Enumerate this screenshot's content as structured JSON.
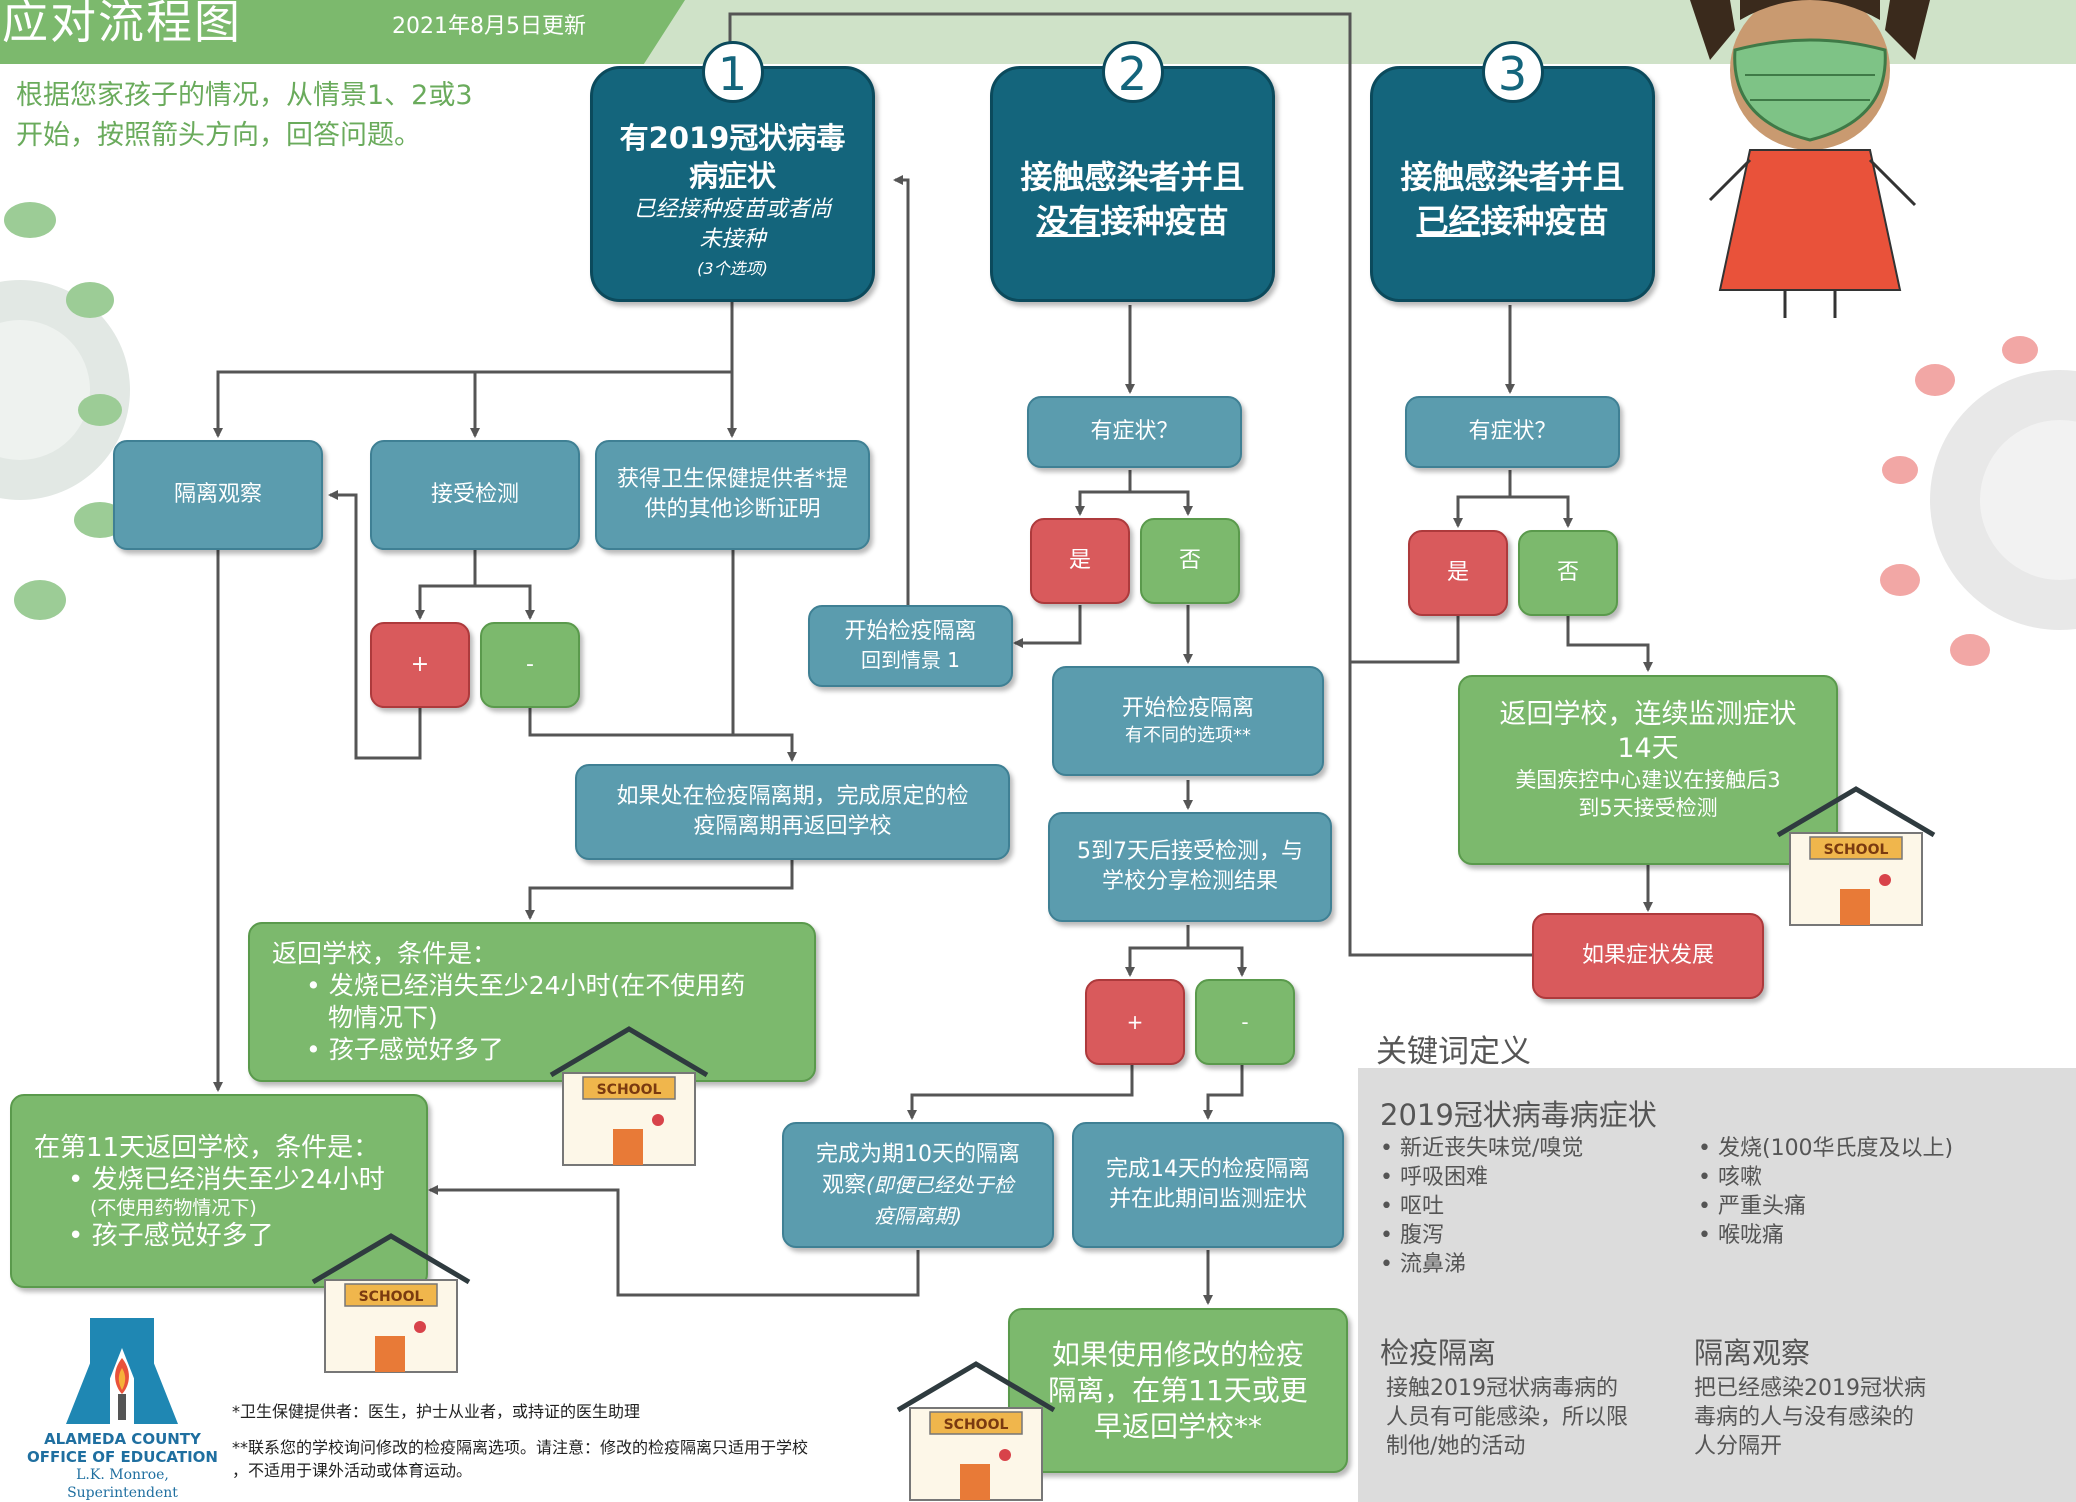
{
  "header": {
    "title": "应对流程图",
    "updated": "2021年8月5日更新"
  },
  "intro": {
    "line1": "根据您家孩子的情况，从情景1、2或3",
    "line2": "开始，按照箭头方向，回答问题。"
  },
  "scenario1": {
    "number": "1",
    "title_l1": "有2019冠状病毒",
    "title_l2": "病症状",
    "sub_l1": "已经接种疫苗或者尚",
    "sub_l2": "未接种",
    "note": "(3个选项)"
  },
  "scenario2": {
    "number": "2",
    "title_l1": "接触感染者并且",
    "title_u": "没有",
    "title_rest": "接种疫苗"
  },
  "scenario3": {
    "number": "3",
    "title_l1": "接触感染者并且",
    "title_u": "已经",
    "title_rest": "接种疫苗"
  },
  "col1": {
    "isolation": "隔离观察",
    "testing": "接受检测",
    "other_l1": "获得卫生保健提供者*提",
    "other_l2": "供的其他诊断证明",
    "plus": "+",
    "minus": "-",
    "start_q_l1": "开始检疫隔离",
    "start_q_l2": "回到情景 1",
    "if_q_l1": "如果处在检疫隔离期，完成原定的检",
    "if_q_l2": "疫隔离期再返回学校",
    "return_title": "返回学校，条件是：",
    "return_b1_l1": "发烧已经消失至少24小时(在不使用药",
    "return_b1_l2": "物情况下)",
    "return_b2": "孩子感觉好多了",
    "day11_title": "在第11天返回学校，条件是：",
    "day11_b1": "发烧已经消失至少24小时",
    "day11_b1_sub": "(不使用药物情况下)",
    "day11_b2": "孩子感觉好多了"
  },
  "col2": {
    "symptoms_q": "有症状？",
    "yes": "是",
    "no": "否",
    "start_q_l1": "开始检疫隔离",
    "start_q_l2": "有不同的选项**",
    "test_l1": "5到7天后接受检测，与",
    "test_l2": "学校分享检测结果",
    "plus": "+",
    "minus": "-",
    "ten_l1": "完成为期10天的隔离",
    "ten_l2": "观察",
    "ten_it1": "(即便已经处于检",
    "ten_it2": "疫隔离期)",
    "fourteen_l1": "完成14天的检疫隔离",
    "fourteen_l2": "并在此期间监测症状",
    "modified_l1": "如果使用修改的检疫",
    "modified_l2": "隔离，在第11天或更",
    "modified_l3": "早返回学校**"
  },
  "col3": {
    "symptoms_q": "有症状？",
    "yes": "是",
    "no": "否",
    "return_l1": "返回学校，连续监测症状",
    "return_l2": "14天",
    "return_l3": "美国疾控中心建议在接触后3",
    "return_l4": "到5天接受检测",
    "if_symptoms": "如果症状发展"
  },
  "school_label": "SCHOOL",
  "definitions": {
    "heading": "关键词定义",
    "symptoms_title": "2019冠状病毒病症状",
    "symptoms_left": [
      "新近丧失味觉/嗅觉",
      "呼吸困难",
      "呕吐",
      "腹泻",
      "流鼻涕"
    ],
    "symptoms_right": [
      "发烧(100华氏度及以上)",
      "咳嗽",
      "严重头痛",
      "喉咙痛"
    ],
    "quarantine_title": "检疫隔离",
    "quarantine_l1": "接触2019冠状病毒病的",
    "quarantine_l2": "人员有可能感染，所以限",
    "quarantine_l3": "制他/她的活动",
    "isolation_title": "隔离观察",
    "isolation_l1": "把已经感染2019冠状病",
    "isolation_l2": "毒病的人与没有感染的",
    "isolation_l3": "人分隔开"
  },
  "footer": {
    "note1": "*卫生保健提供者：医生，护士从业者，或持证的医生助理",
    "note2_l1": "**联系您的学校询问修改的检疫隔离选项。请注意：修改的检疫隔离只适用于学校",
    "note2_l2": "，不适用于课外活动或体育运动。",
    "logo_l1": "ALAMEDA COUNTY",
    "logo_l2": "OFFICE OF EDUCATION",
    "logo_l3": "L.K. Monroe, Superintendent"
  },
  "colors": {
    "teal": "#5b9cae",
    "dark_teal": "#14657c",
    "green": "#7cb96d",
    "red": "#d95a5c",
    "intro_green": "#6aab5c"
  }
}
